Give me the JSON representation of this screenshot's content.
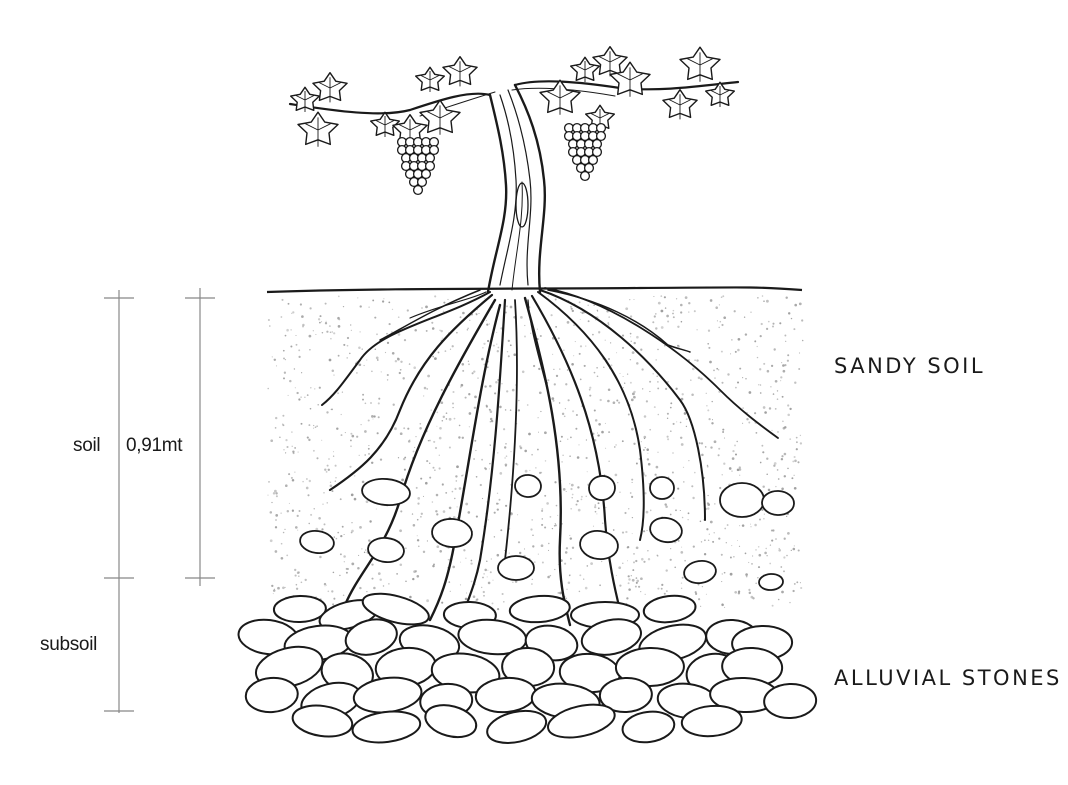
{
  "labels": {
    "soil": "soil",
    "depth": "0,91mt",
    "subsoil": "subsoil",
    "sandy_soil": "SANDY SOIL",
    "alluvial_stones": "ALLUVIAL STONES"
  },
  "colors": {
    "ink": "#1a1a1a",
    "sand_speckle": "#9a9a9a",
    "scale_line": "#888888"
  }
}
